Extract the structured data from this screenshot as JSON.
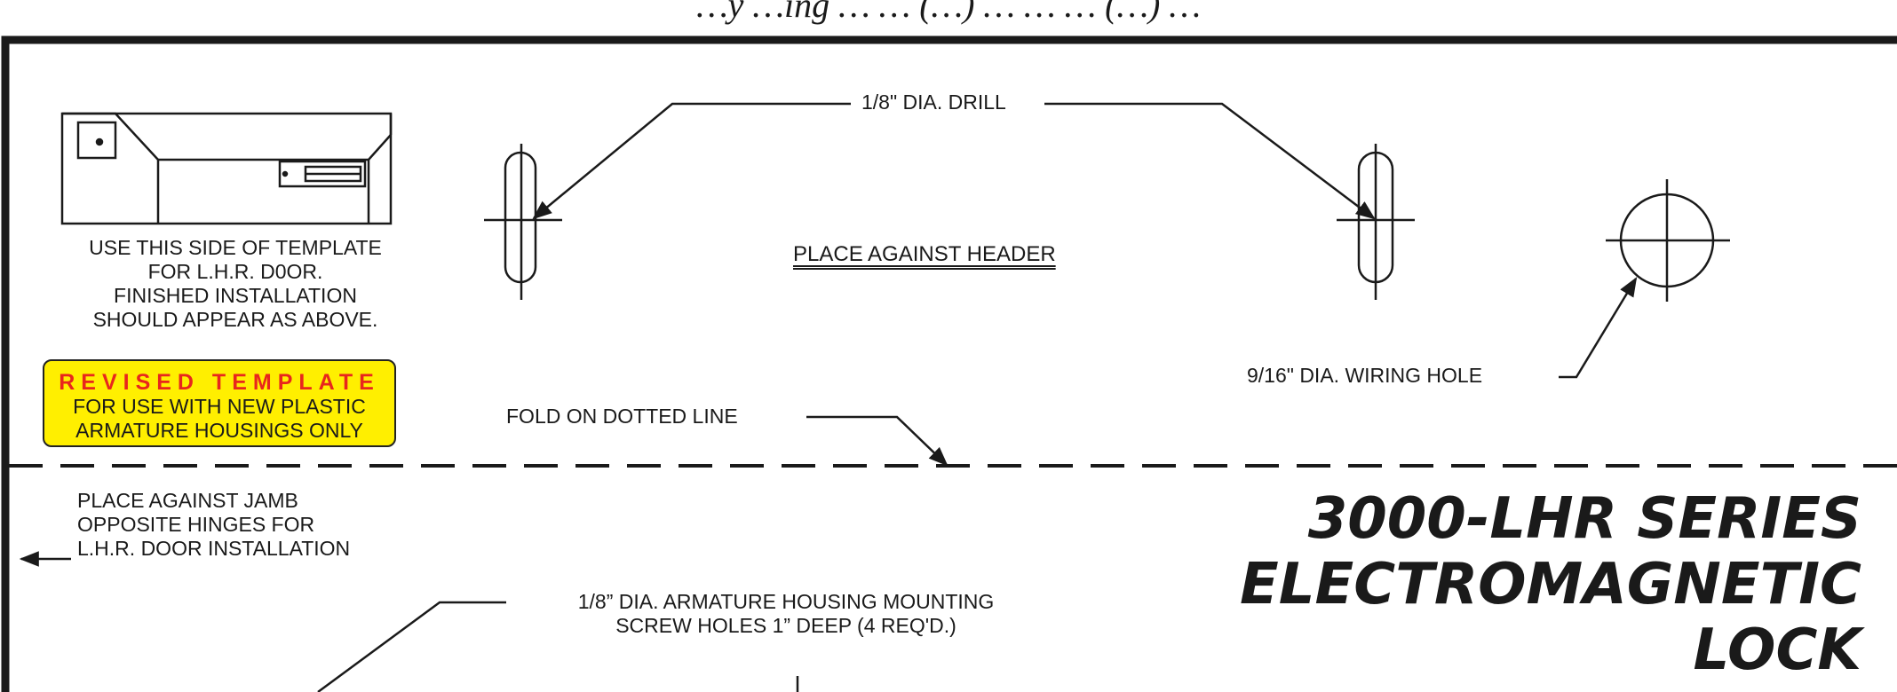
{
  "header_partial": "…y …ing … … (…) … … … (…) …",
  "template_note": {
    "lines": [
      "USE THIS SIDE OF TEMPLATE",
      "FOR L.H.R. D0OR.",
      "FINISHED INSTALLATION",
      "SHOULD APPEAR AS ABOVE."
    ]
  },
  "labels": {
    "drill_top": "1/8\" DIA. DRILL",
    "place_header": "PLACE AGAINST HEADER",
    "wiring_hole": "9/16\" DIA. WIRING HOLE",
    "fold_line": "FOLD ON DOTTED LINE",
    "jamb": [
      "PLACE AGAINST JAMB",
      "OPPOSITE HINGES FOR",
      "L.H.R. DOOR INSTALLATION"
    ],
    "armature": [
      "1/8” DIA. ARMATURE HOUSING MOUNTING",
      "SCREW HOLES 1” DEEP (4 REQ'D.)"
    ]
  },
  "revised": {
    "headline": "REVISED TEMPLATE",
    "lines": [
      "FOR USE WITH NEW PLASTIC",
      "ARMATURE HOUSINGS ONLY"
    ]
  },
  "product_title": [
    "3000-LHR SERIES",
    "ELECTROMAGNETIC",
    "LOCK"
  ],
  "colors": {
    "badge_fill": "#ffef00",
    "badge_text_accent": "#e8261d",
    "ink": "#1a1a1a"
  }
}
